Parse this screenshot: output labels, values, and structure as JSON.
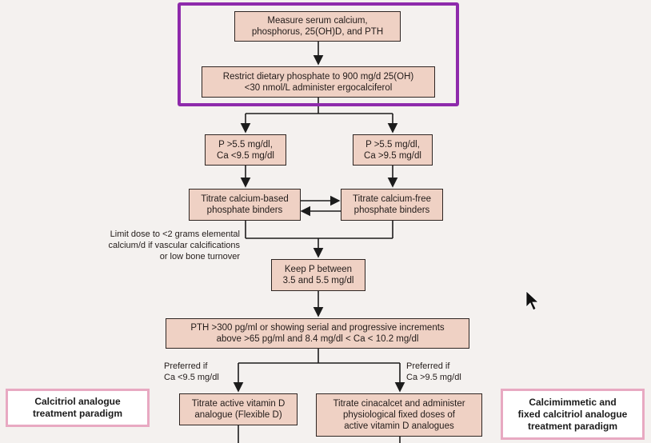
{
  "flowchart": {
    "measure": [
      "Measure serum calcium,",
      "phosphorus, 25(OH)D, and PTH"
    ],
    "restrict": [
      "Restrict dietary phosphate to 900 mg/d 25(OH)",
      "<30 nmol/L administer ergocalciferol"
    ],
    "branch_left": [
      "P >5.5 mg/dl,",
      "Ca <9.5 mg/dl"
    ],
    "branch_right": [
      "P >5.5 mg/dl,",
      "Ca >9.5 mg/dl"
    ],
    "binder_calcium": [
      "Titrate calcium-based",
      "phosphate binders"
    ],
    "binder_free": [
      "Titrate calcium-free",
      "phosphate binders"
    ],
    "limit_note": [
      "Limit dose to <2 grams elemental",
      "calcium/d if vascular calcifications",
      "or low bone turnover"
    ],
    "keep_p": [
      "Keep P between",
      "3.5 and 5.5 mg/dl"
    ],
    "pth": [
      "PTH >300 pg/ml or showing serial and progressive increments",
      "above >65 pg/ml and 8.4 mg/dl < Ca < 10.2 mg/dl"
    ],
    "pref_left": [
      "Preferred if",
      "Ca <9.5 mg/dl"
    ],
    "pref_right": [
      "Preferred if",
      "Ca >9.5 mg/dl"
    ],
    "vitd": [
      "Titrate active vitamin D",
      "analogue (Flexible D)"
    ],
    "cinacalcet": [
      "Titrate cinacalcet and administer",
      "physiological fixed doses of",
      "active vitamin D analogues"
    ]
  },
  "callouts": {
    "left": [
      "Calcitriol analogue",
      "treatment paradigm"
    ],
    "right": [
      "Calcimimmetic and",
      "fixed calcitriol analogue",
      "treatment paradigm"
    ]
  },
  "colors": {
    "box_fill": "#efd1c4",
    "highlight_border": "#8e2aab",
    "callout_border": "#e8a9c2"
  }
}
